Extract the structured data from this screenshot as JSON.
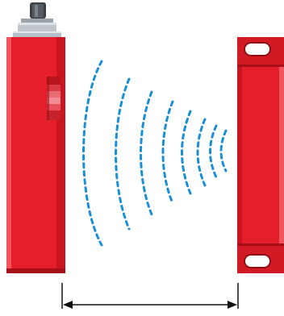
{
  "scene": {
    "subject": "sensor-and-target",
    "colors": {
      "housing": "#e41f2b",
      "housing_dark": "#c9151f",
      "housing_shadow": "#a70f19",
      "wave": "#1a8fd6",
      "connector_metal": "#bfc6cc",
      "connector_dark": "#3b3f44",
      "arrow": "#111111",
      "slot_fill": "#ffffff",
      "led_stripes": [
        "#b8141d",
        "#d93a44",
        "#e86a72",
        "#f28b92",
        "#e8505b",
        "#c8222c"
      ]
    },
    "components": {
      "sensor_body": "sensor-body",
      "target_body": "target-body",
      "connector": "m12-connector",
      "signal_waves": "signal-waves",
      "distance_arrow": "distance-arrow"
    }
  }
}
